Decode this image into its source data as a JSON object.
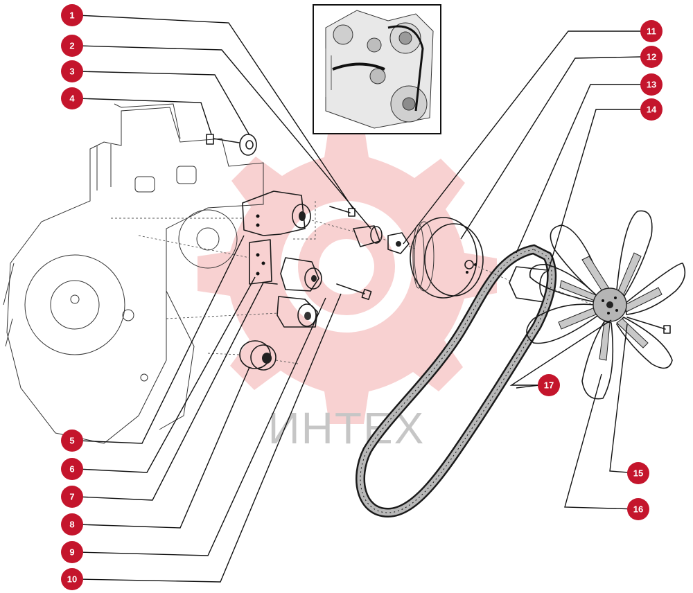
{
  "watermark": {
    "text": "ИНТЕХ",
    "gear_color": "#f7c9c9",
    "text_color": "#bdbdbd"
  },
  "callout_color": "#c4152c",
  "callouts": [
    {
      "id": "1",
      "label": "1"
    },
    {
      "id": "2",
      "label": "2"
    },
    {
      "id": "3",
      "label": "3"
    },
    {
      "id": "4",
      "label": "4"
    },
    {
      "id": "5",
      "label": "5"
    },
    {
      "id": "6",
      "label": "6"
    },
    {
      "id": "7",
      "label": "7"
    },
    {
      "id": "8",
      "label": "8"
    },
    {
      "id": "9",
      "label": "9"
    },
    {
      "id": "10",
      "label": "10"
    },
    {
      "id": "11",
      "label": "11"
    },
    {
      "id": "12",
      "label": "12"
    },
    {
      "id": "13",
      "label": "13"
    },
    {
      "id": "14",
      "label": "14"
    },
    {
      "id": "15",
      "label": "15"
    },
    {
      "id": "16",
      "label": "16"
    },
    {
      "id": "17",
      "label": "17"
    }
  ]
}
